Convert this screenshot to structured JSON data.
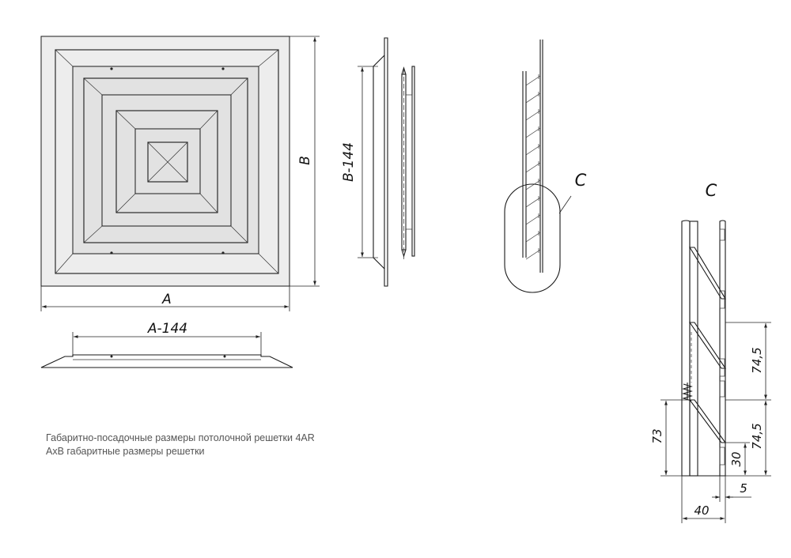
{
  "labels": {
    "width": "A",
    "height": "B",
    "mount_width": "A-144",
    "mount_height": "B-144",
    "detail_callout": "C",
    "detail_title": "C"
  },
  "dimensions": {
    "pitch_upper": "74,5",
    "pitch_lower": "74,5",
    "height_73": "73",
    "height_30": "30",
    "thickness_5": "5",
    "depth_40": "40"
  },
  "captions": [
    "Габаритно-посадочные размеры потолочной решетки 4AR",
    "AxB габаритные размеры решетки"
  ]
}
